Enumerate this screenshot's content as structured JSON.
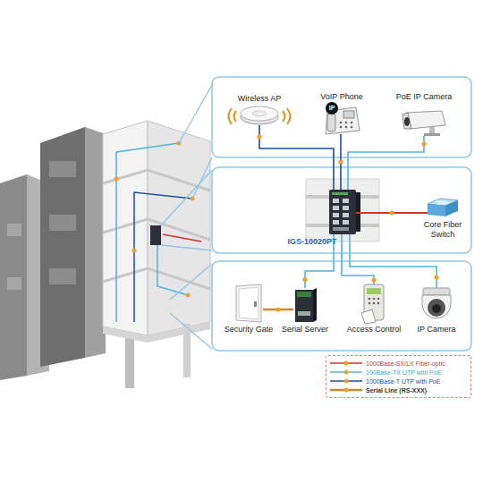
{
  "diagram": {
    "nodes": [
      {
        "text": [
          "Wireless AP"
        ]
      },
      {
        "text": [
          "VoIP Phone"
        ]
      },
      {
        "text": [
          "PoE IP Camera"
        ]
      },
      {
        "text": [
          "IGS-10020PT"
        ]
      },
      {
        "text": [
          "Core Fiber Switch"
        ]
      },
      {
        "text": [
          "Security Gate"
        ]
      },
      {
        "text": [
          "Serial Server"
        ]
      },
      {
        "text": [
          "Access Control"
        ]
      },
      {
        "text": [
          "IP Camera"
        ]
      }
    ],
    "edges": [
      {
        "from": 3,
        "to": 0,
        "arrow": "none"
      },
      {
        "from": 3,
        "to": 1,
        "arrow": "none"
      },
      {
        "from": 3,
        "to": 2,
        "arrow": "none"
      },
      {
        "from": 3,
        "to": 4,
        "arrow": "none"
      },
      {
        "from": 3,
        "to": 6,
        "arrow": "none"
      },
      {
        "from": 6,
        "to": 5,
        "arrow": "none"
      },
      {
        "from": 3,
        "to": 7,
        "arrow": "none"
      },
      {
        "from": 3,
        "to": 8,
        "arrow": "none"
      }
    ],
    "labels": [
      "IP"
    ],
    "legend": [
      {
        "text": "1000Base-SX/LX Fiber-optic"
      },
      {
        "text": "100Base-TX UTP with PoE"
      },
      {
        "text": "1000Base-T UTP with PoE"
      },
      {
        "text": "Serial Line (RS-XXX)"
      }
    ]
  }
}
